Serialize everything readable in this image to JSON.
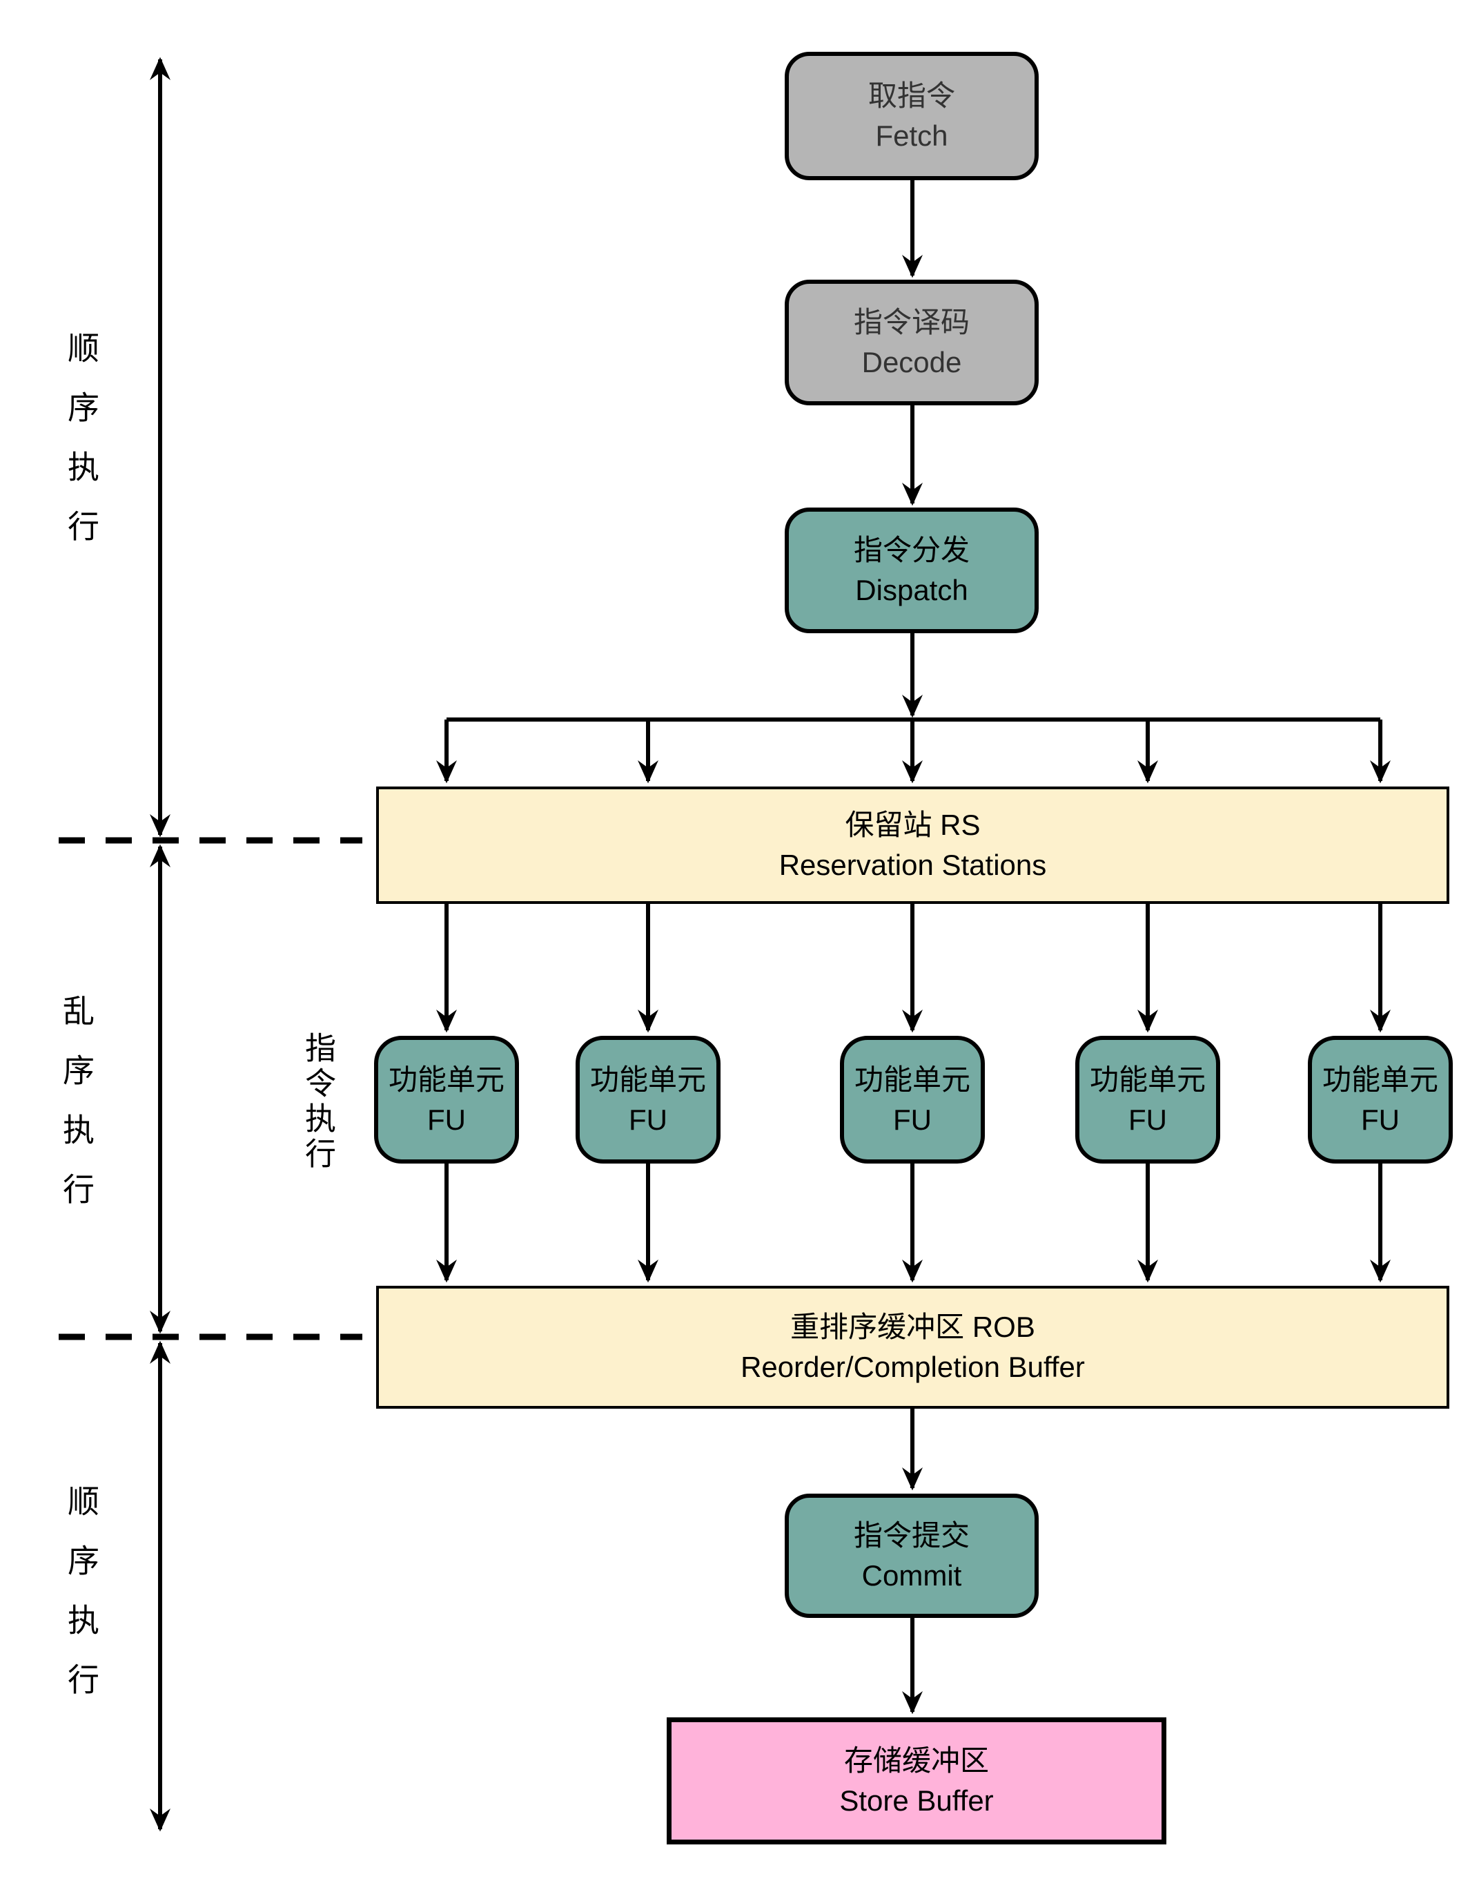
{
  "diagram": {
    "stages": {
      "fetch": {
        "zh": "取指令",
        "en": "Fetch"
      },
      "decode": {
        "zh": "指令译码",
        "en": "Decode"
      },
      "dispatch": {
        "zh": "指令分发",
        "en": "Dispatch"
      },
      "reservation_stations": {
        "zh": "保留站 RS",
        "en": "Reservation Stations"
      },
      "functional_unit": {
        "zh": "功能单元",
        "en": "FU"
      },
      "reorder_buffer": {
        "zh": "重排序缓冲区 ROB",
        "en": "Reorder/Completion Buffer"
      },
      "commit": {
        "zh": "指令提交",
        "en": "Commit"
      },
      "store_buffer": {
        "zh": "存储缓冲区",
        "en": "Store Buffer"
      }
    },
    "functional_unit_count": 5,
    "side_labels": {
      "in_order_top": "顺序执行",
      "out_of_order_middle": "乱序执行",
      "in_order_bottom": "顺序执行",
      "instruction_execution": "指令执行"
    },
    "colors": {
      "stage_gray": "#b5b5b5",
      "stage_teal": "#76aba3",
      "buffer_cream": "#fdf1cd",
      "store_pink": "#ffb3da",
      "line_black": "#000000",
      "gray_box_text": "#333333",
      "background": "#ffffff"
    }
  }
}
